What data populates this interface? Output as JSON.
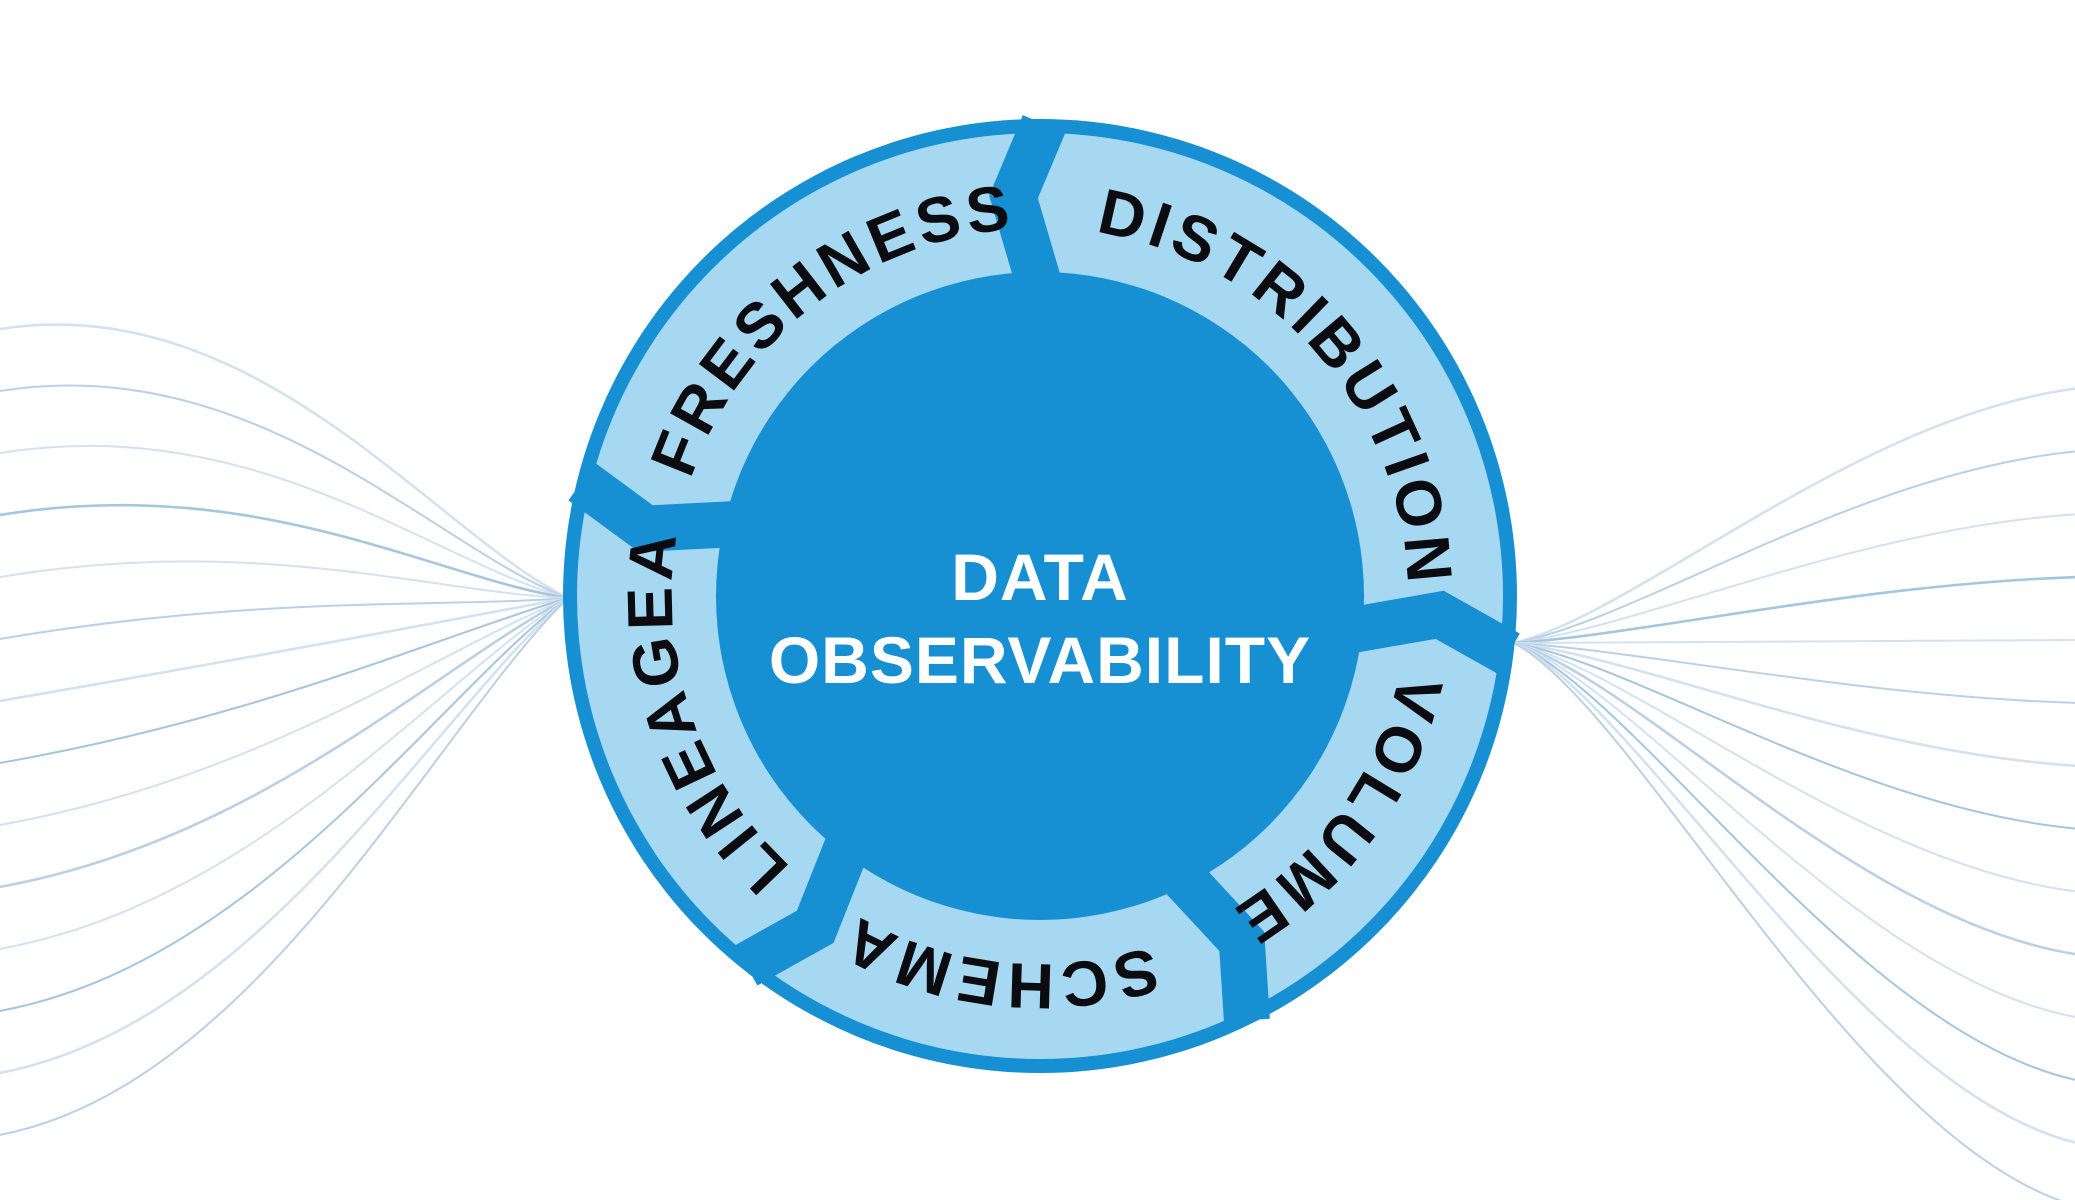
{
  "diagram": {
    "name": "data-observability-wheel",
    "center": {
      "line1": "DATA",
      "line2": "OBSERVABILITY"
    },
    "segments": [
      {
        "label": "FRESHNESS"
      },
      {
        "label": "DISTRIBUTION"
      },
      {
        "label": "VOLUME"
      },
      {
        "label": "SCHEMA"
      },
      {
        "label": "LINEAGEA"
      }
    ],
    "colors": {
      "background": "#FFFFFF",
      "primary_blue": "#1690D3",
      "light_blue": "#A6D8F1",
      "text_dark": "#0B0B10",
      "text_light": "#FFFFFF",
      "wave_line_light": "#D4E2EF",
      "wave_line_mid": "#BAD1E5",
      "wave_line_deep": "#A3C6E1"
    }
  }
}
